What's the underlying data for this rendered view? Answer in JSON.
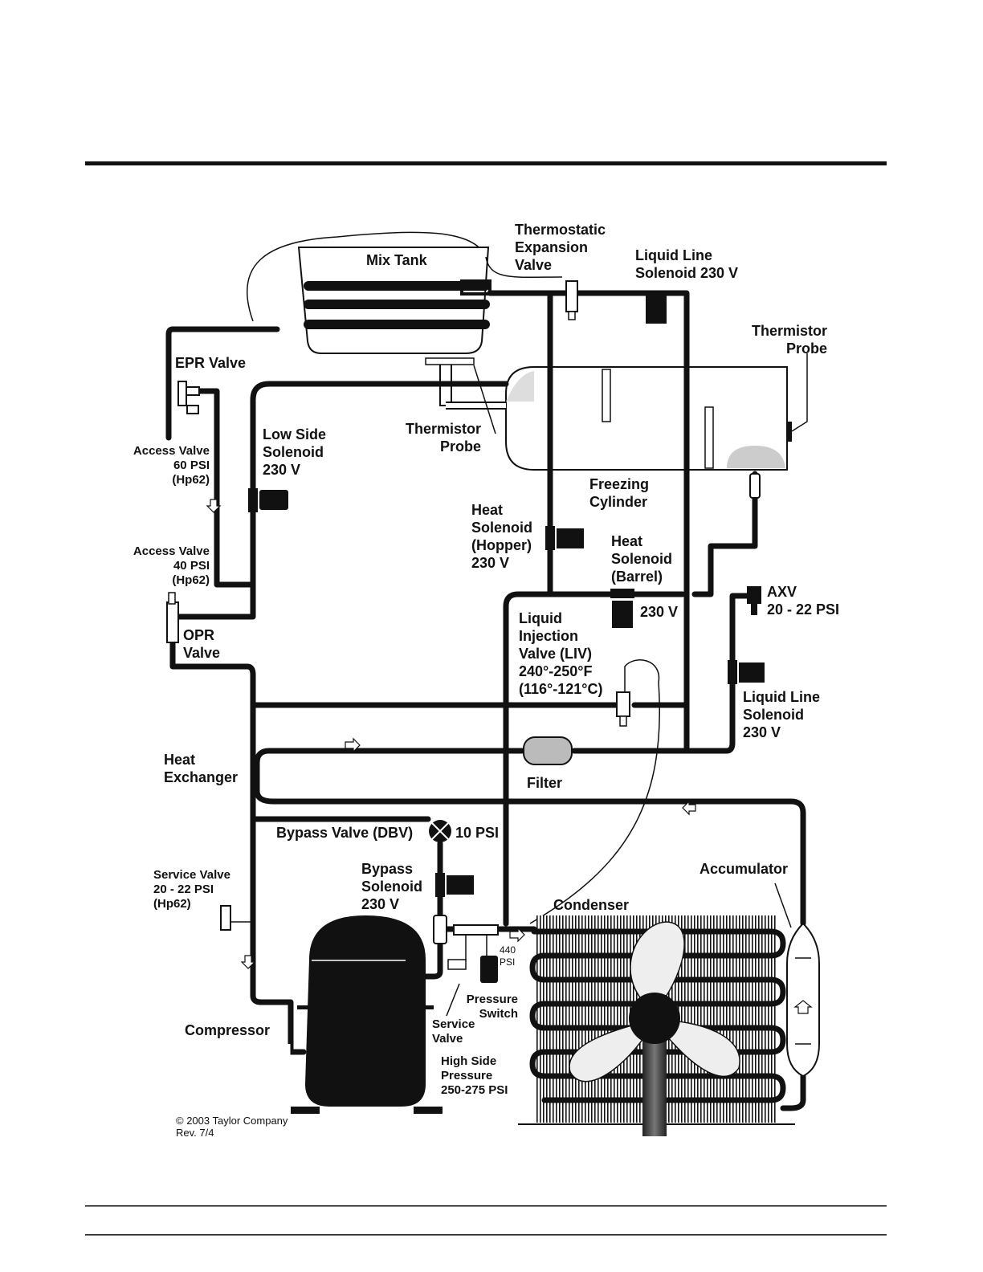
{
  "labels": {
    "mix_tank": "Mix Tank",
    "txv": [
      "Thermostatic",
      "Expansion",
      "Valve"
    ],
    "liquid_line_top": [
      "Liquid Line",
      "Solenoid 230 V"
    ],
    "thermistor_right": [
      "Thermistor",
      "Probe"
    ],
    "epr": "EPR Valve",
    "low_side": [
      "Low Side",
      "Solenoid",
      "230 V"
    ],
    "thermistor_mid": [
      "Thermistor",
      "Probe"
    ],
    "access_60": [
      "Access Valve",
      "60 PSI",
      "(Hp62)"
    ],
    "freezing": [
      "Freezing",
      "Cylinder"
    ],
    "heat_hopper": [
      "Heat",
      "Solenoid",
      "(Hopper)",
      "230 V"
    ],
    "heat_barrel": [
      "Heat",
      "Solenoid",
      "(Barrel)"
    ],
    "barrel_voltage": "230 V",
    "access_40": [
      "Access Valve",
      "40 PSI",
      "(Hp62)"
    ],
    "axv": [
      "AXV",
      "20 - 22 PSI"
    ],
    "opr": [
      "OPR",
      "Valve"
    ],
    "liv": [
      "Liquid",
      "Injection",
      "Valve (LIV)",
      "240°-250°F",
      "(116°-121°C)"
    ],
    "liquid_line_right": [
      "Liquid Line",
      "Solenoid",
      "230 V"
    ],
    "heat_exchanger": [
      "Heat",
      "Exchanger"
    ],
    "filter": "Filter",
    "bypass_valve": "Bypass Valve (DBV)",
    "bypass_psi": "10 PSI",
    "service_valve_left": [
      "Service Valve",
      "20 - 22 PSI",
      "(Hp62)"
    ],
    "bypass_solenoid": [
      "Bypass",
      "Solenoid",
      "230 V"
    ],
    "accumulator": "Accumulator",
    "condenser": "Condenser",
    "switch_psi": [
      "440",
      "PSI"
    ],
    "pressure_switch": [
      "Pressure",
      "Switch"
    ],
    "service_valve_bottom": [
      "Service",
      "Valve"
    ],
    "compressor": "Compressor",
    "high_side": [
      "High Side",
      "Pressure",
      "250-275 PSI"
    ],
    "copyright": [
      "© 2003 Taylor Company",
      "Rev. 7/4"
    ]
  }
}
